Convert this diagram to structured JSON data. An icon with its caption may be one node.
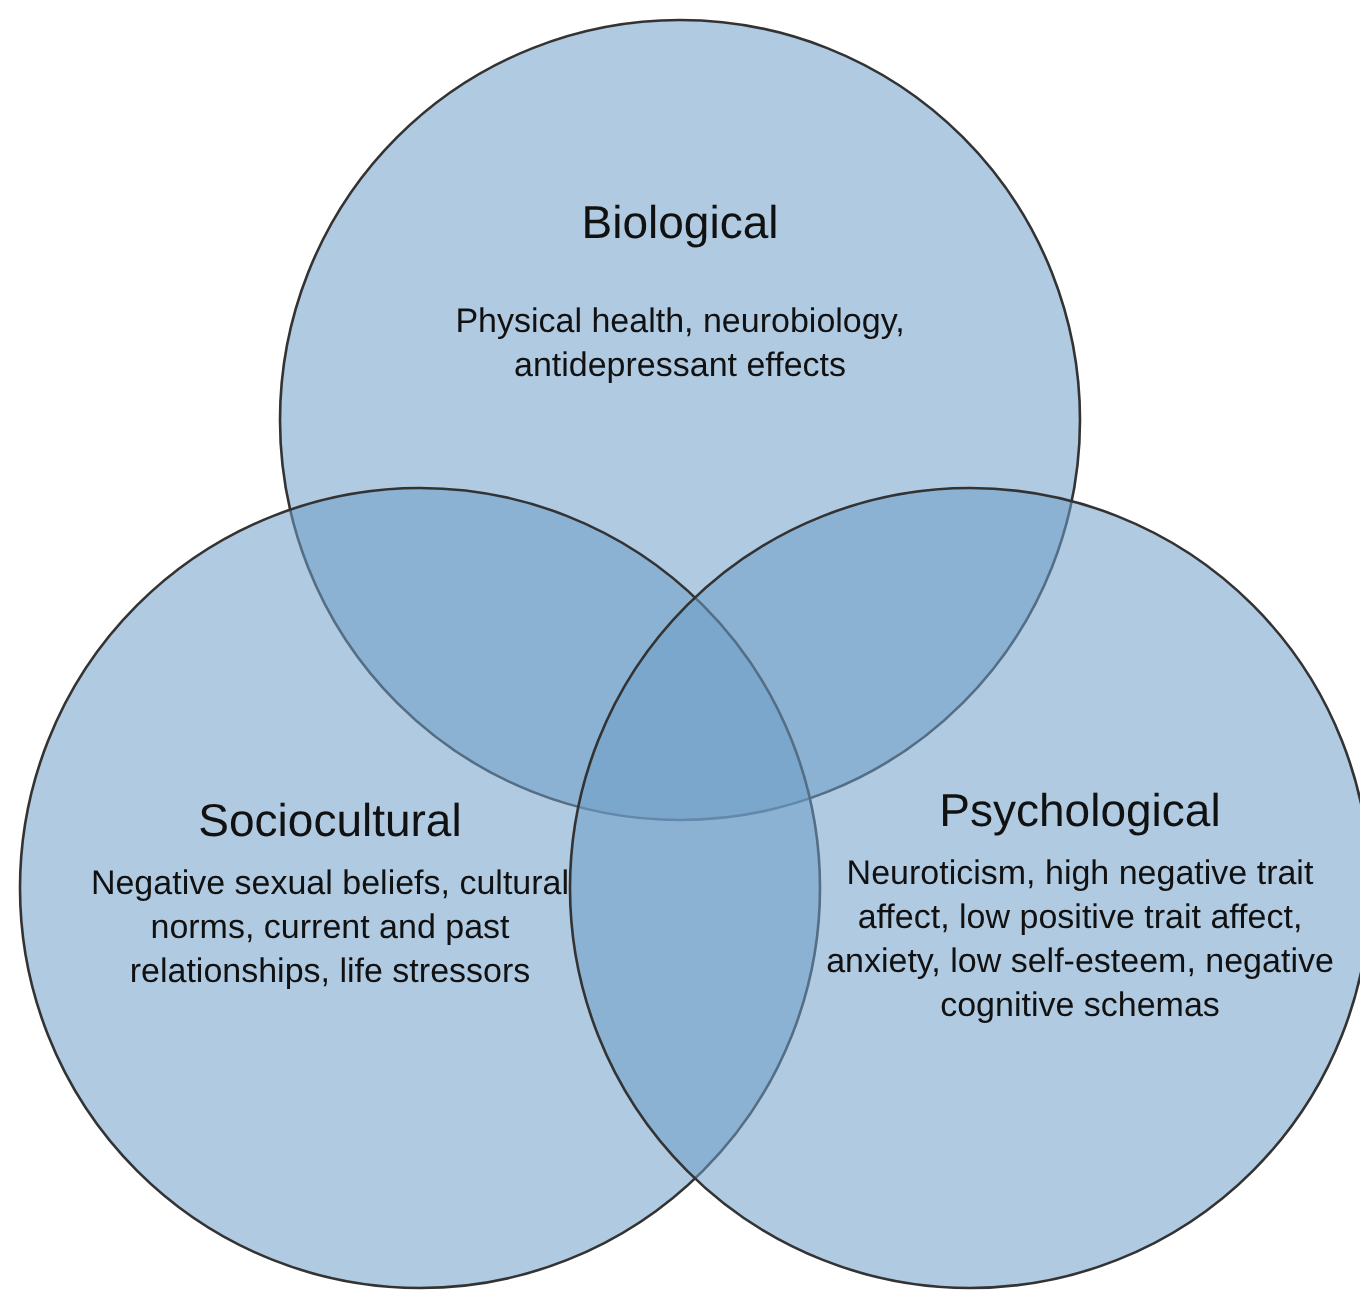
{
  "diagram": {
    "nodes": [
      {
        "text": [
          "Biological",
          "Physical health, neurobiology, antidepressant effects"
        ]
      },
      {
        "text": [
          "Sociocultural",
          "Negative sexual beliefs, cultural norms, current and past relationships, life stressors"
        ]
      },
      {
        "text": [
          "Psychological",
          "Neuroticism, high negative trait affect, low positive trait affect, anxiety, low self-esteem, negative cognitive schemas"
        ]
      }
    ],
    "edges": []
  }
}
